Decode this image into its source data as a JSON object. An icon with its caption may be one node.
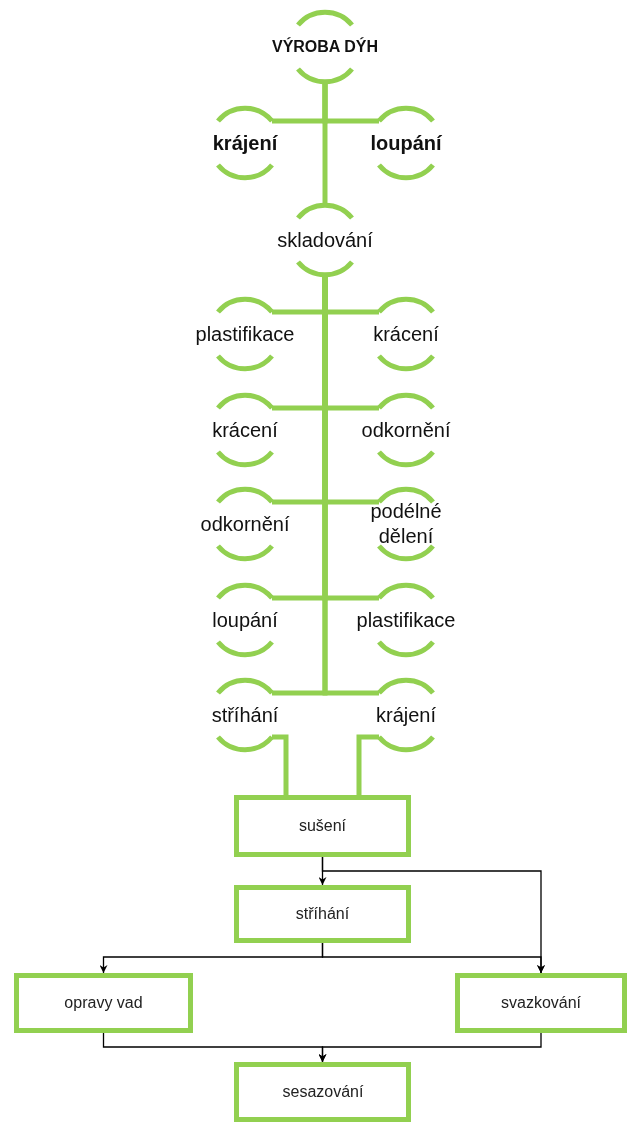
{
  "diagram": {
    "nodes": [
      {
        "text": [
          "VÝROBA DÝH"
        ]
      },
      {
        "text": [
          "krájení"
        ]
      },
      {
        "text": [
          "loupání"
        ]
      },
      {
        "text": [
          "skladování"
        ]
      },
      {
        "text": [
          "plastifikace"
        ]
      },
      {
        "text": [
          "krácení"
        ]
      },
      {
        "text": [
          "krácení"
        ]
      },
      {
        "text": [
          "odkornění"
        ]
      },
      {
        "text": [
          "odkornění"
        ]
      },
      {
        "text": [
          "podélné dělení"
        ]
      },
      {
        "text": [
          "loupání"
        ]
      },
      {
        "text": [
          "plastifikace"
        ]
      },
      {
        "text": [
          "stříhání"
        ]
      },
      {
        "text": [
          "krájení"
        ]
      },
      {
        "text": [
          "sušení"
        ]
      },
      {
        "text": [
          "stříhání"
        ]
      },
      {
        "text": [
          "opravy vad"
        ]
      },
      {
        "text": [
          "svazkování"
        ]
      },
      {
        "text": [
          "sesazování"
        ]
      }
    ],
    "edges": [
      {
        "from": 0,
        "to": 1,
        "arrow": "none"
      },
      {
        "from": 0,
        "to": 2,
        "arrow": "none"
      },
      {
        "from": 0,
        "to": 3,
        "arrow": "none"
      },
      {
        "from": 3,
        "to": 4,
        "arrow": "none"
      },
      {
        "from": 3,
        "to": 5,
        "arrow": "none"
      },
      {
        "from": 3,
        "to": 6,
        "arrow": "none"
      },
      {
        "from": 3,
        "to": 7,
        "arrow": "none"
      },
      {
        "from": 3,
        "to": 8,
        "arrow": "none"
      },
      {
        "from": 3,
        "to": 9,
        "arrow": "none"
      },
      {
        "from": 3,
        "to": 10,
        "arrow": "none"
      },
      {
        "from": 3,
        "to": 11,
        "arrow": "none"
      },
      {
        "from": 3,
        "to": 12,
        "arrow": "none"
      },
      {
        "from": 3,
        "to": 13,
        "arrow": "none"
      },
      {
        "from": 12,
        "to": 14,
        "arrow": "none"
      },
      {
        "from": 13,
        "to": 14,
        "arrow": "none"
      },
      {
        "from": 14,
        "to": 15,
        "arrow": "to",
        "color": "#000000"
      },
      {
        "from": 14,
        "to": 17,
        "arrow": "to",
        "color": "#000000"
      },
      {
        "from": 15,
        "to": 16,
        "arrow": "to",
        "color": "#000000"
      },
      {
        "from": 15,
        "to": 17,
        "arrow": "to",
        "color": "#000000"
      },
      {
        "from": 16,
        "to": 18,
        "arrow": "to",
        "color": "#000000"
      },
      {
        "from": 17,
        "to": 18,
        "arrow": "to",
        "color": "#000000"
      }
    ]
  }
}
